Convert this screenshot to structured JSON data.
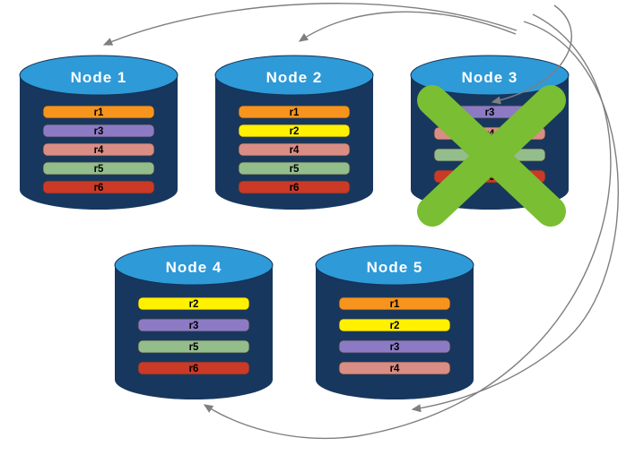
{
  "diagram": {
    "description": "Replicated database cluster with a failed node",
    "style": {
      "cylinder_body_color": "#17375E",
      "cylinder_top_color": "#2E9AD8",
      "arrow_color": "#7f7f7f",
      "failure_x_color": "#79BE33"
    },
    "nodes": [
      {
        "label": "Node 1",
        "shards": [
          {
            "label": "r1",
            "color": "#F7941D"
          },
          {
            "label": "r3",
            "color": "#8C7BC4"
          },
          {
            "label": "r4",
            "color": "#D98D84"
          },
          {
            "label": "r5",
            "color": "#94BD8C"
          },
          {
            "label": "r6",
            "color": "#CB3927"
          }
        ]
      },
      {
        "label": "Node 2",
        "shards": [
          {
            "label": "r1",
            "color": "#F7941D"
          },
          {
            "label": "r2",
            "color": "#FFF100"
          },
          {
            "label": "r4",
            "color": "#D98D84"
          },
          {
            "label": "r5",
            "color": "#94BD8C"
          },
          {
            "label": "r6",
            "color": "#CB3927"
          }
        ]
      },
      {
        "label": "Node 3",
        "failed": true,
        "shards": [
          {
            "label": "r3",
            "color": "#8C7BC4"
          },
          {
            "label": "r4",
            "color": "#D98D84"
          },
          {
            "label": "r5",
            "color": "#94BD8C"
          },
          {
            "label": "r6",
            "color": "#CB3927"
          }
        ]
      },
      {
        "label": "Node 4",
        "shards": [
          {
            "label": "r2",
            "color": "#FFF100"
          },
          {
            "label": "r3",
            "color": "#8C7BC4"
          },
          {
            "label": "r5",
            "color": "#94BD8C"
          },
          {
            "label": "r6",
            "color": "#CB3927"
          }
        ]
      },
      {
        "label": "Node 5",
        "shards": [
          {
            "label": "r1",
            "color": "#F7941D"
          },
          {
            "label": "r2",
            "color": "#FFF100"
          },
          {
            "label": "r3",
            "color": "#8C7BC4"
          },
          {
            "label": "r4",
            "color": "#D98D84"
          }
        ]
      }
    ],
    "arrows": {
      "color": "#7f7f7f",
      "targets": [
        "Node 1",
        "Node 2",
        "Node 3",
        "Node 4",
        "Node 5"
      ]
    }
  }
}
